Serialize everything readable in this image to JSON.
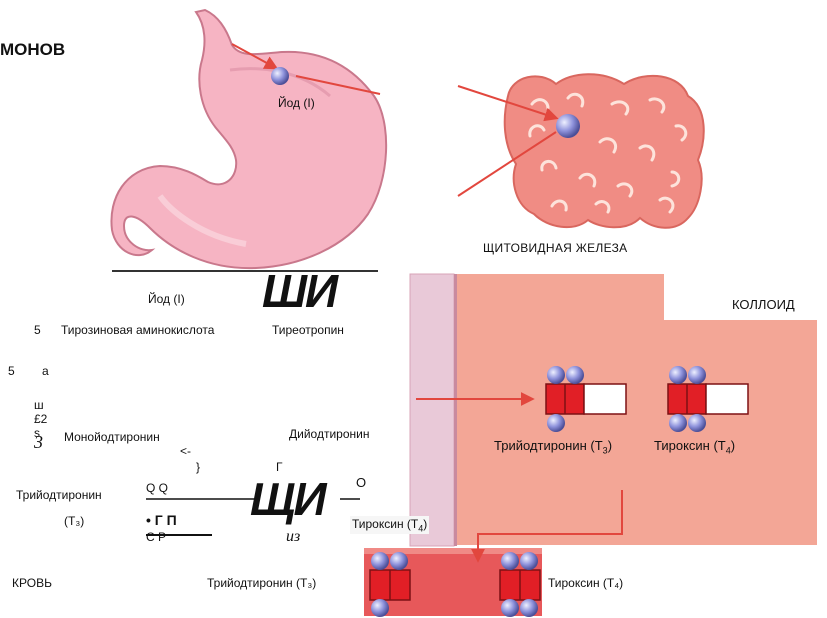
{
  "title_fragment": "МОНОВ",
  "stomach": {
    "iodine_label": "Йод (I)"
  },
  "thyroid": {
    "label": "ЩИТОВИДНАЯ ЖЕЛЕЗА"
  },
  "colloid": {
    "label": "КОЛЛОИД"
  },
  "left_column": {
    "iodine": "Йод (I)",
    "glyph_top": "ШИ",
    "tyrosine_num": "5",
    "tyrosine": "Тирозиновая аминокислота",
    "thyrotropin": "Тиреотропин",
    "num_5": "5",
    "letter_a": "а",
    "letter_sh": "ш",
    "code_f2": "£2",
    "letter_s": "s",
    "digit_3": "3",
    "monoiodo": "Монойодтиронин",
    "diiodo": "Дийодтиронин",
    "lt": "<-",
    "brace": "}",
    "letter_g": "Г",
    "letter_o": "О",
    "qq": "Q Q",
    "tri_left": "Трийодтиронин",
    "t3_left": "(Т₃)",
    "bullet_gp": "•  Г  П",
    "cr": "С Р",
    "glyph_mid": "ЩИ",
    "iz": "из",
    "thyroxine_mid": "Тироксин (Т",
    "thyroxine_mid_sub": "4",
    "thyroxine_mid_close": ")"
  },
  "cell": {
    "tri_label": "Трийодтиронин (Т",
    "tri_sub": "3",
    "tri_close": ")",
    "tetra_label": "Тироксин (Т",
    "tetra_sub": "4",
    "tetra_close": ")"
  },
  "blood": {
    "label": "КРОВЬ",
    "tri": "Трийодтиронин (Т₃)",
    "tetra": "Тироксин (Т₄)"
  },
  "colors": {
    "stomach": "#f6b4c3",
    "stomach_edge": "#c9788c",
    "thyroid": "#f08c84",
    "thyroid_light": "#fbd2c8",
    "cell_bg": "#f4a594",
    "cell_dark": "#eb7f73",
    "membrane": "#e9c9d8",
    "blood": "#e7585a",
    "arrow": "#e2473e",
    "molecule": "#8c8fd9",
    "block_red": "#e11f26"
  }
}
